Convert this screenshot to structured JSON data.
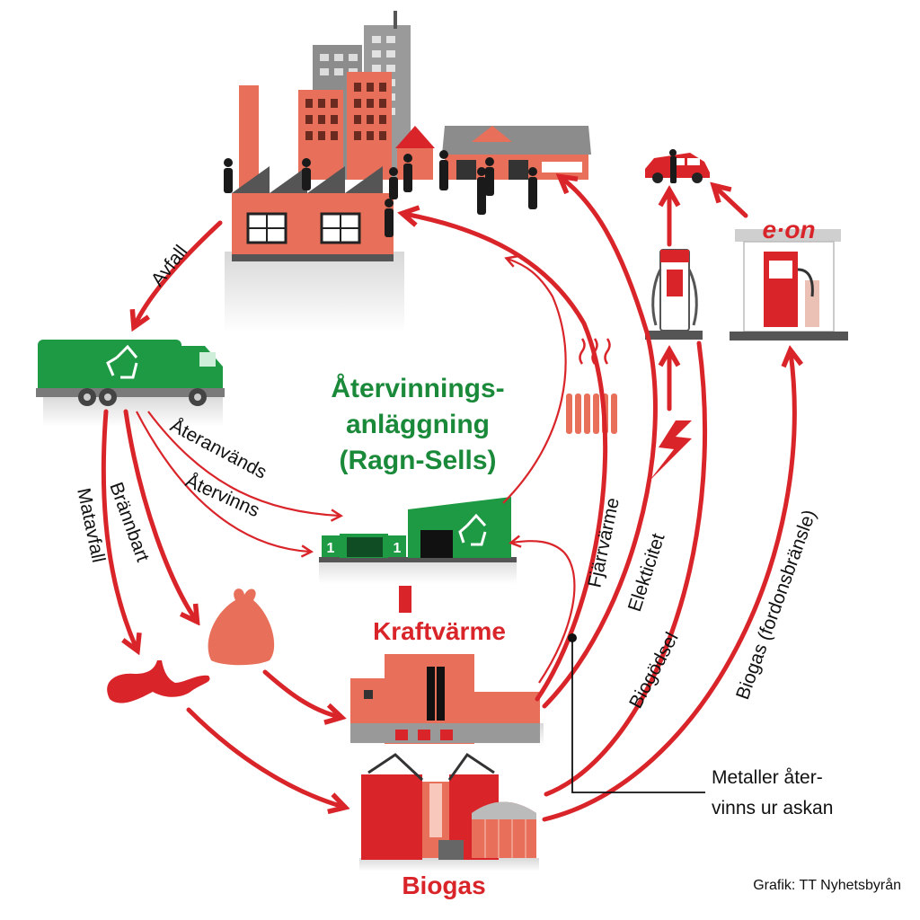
{
  "labels": {
    "avfall": "Avfall",
    "ateranvands": "Återanvänds",
    "atervinns": "Återvinns",
    "matavfall": "Matavfall",
    "brannbart": "Brännbart",
    "fjarrvarme": "Fjärrvärme",
    "elekticitet": "Elekticitet",
    "biogodsel": "Biogödsel",
    "biogas_fordon": "Biogas (fordonsbränsle)"
  },
  "facilities": {
    "recycling_line1": "Återvinnings-",
    "recycling_line2": "anläggning",
    "recycling_line3": "(Ragn-Sells)",
    "kraftvarme": "Kraftvärme",
    "biogas": "Biogas"
  },
  "note": {
    "line1": "Metaller åter-",
    "line2": "vinns ur askan"
  },
  "credit": "Grafik: TT Nyhetsbyrån",
  "brand": "e·on",
  "container_numbers": [
    "1",
    "1"
  ],
  "colors": {
    "red": "#d9252a",
    "green": "#1e9a45",
    "salmon": "#e8705a",
    "grey": "#8c8c8c"
  }
}
